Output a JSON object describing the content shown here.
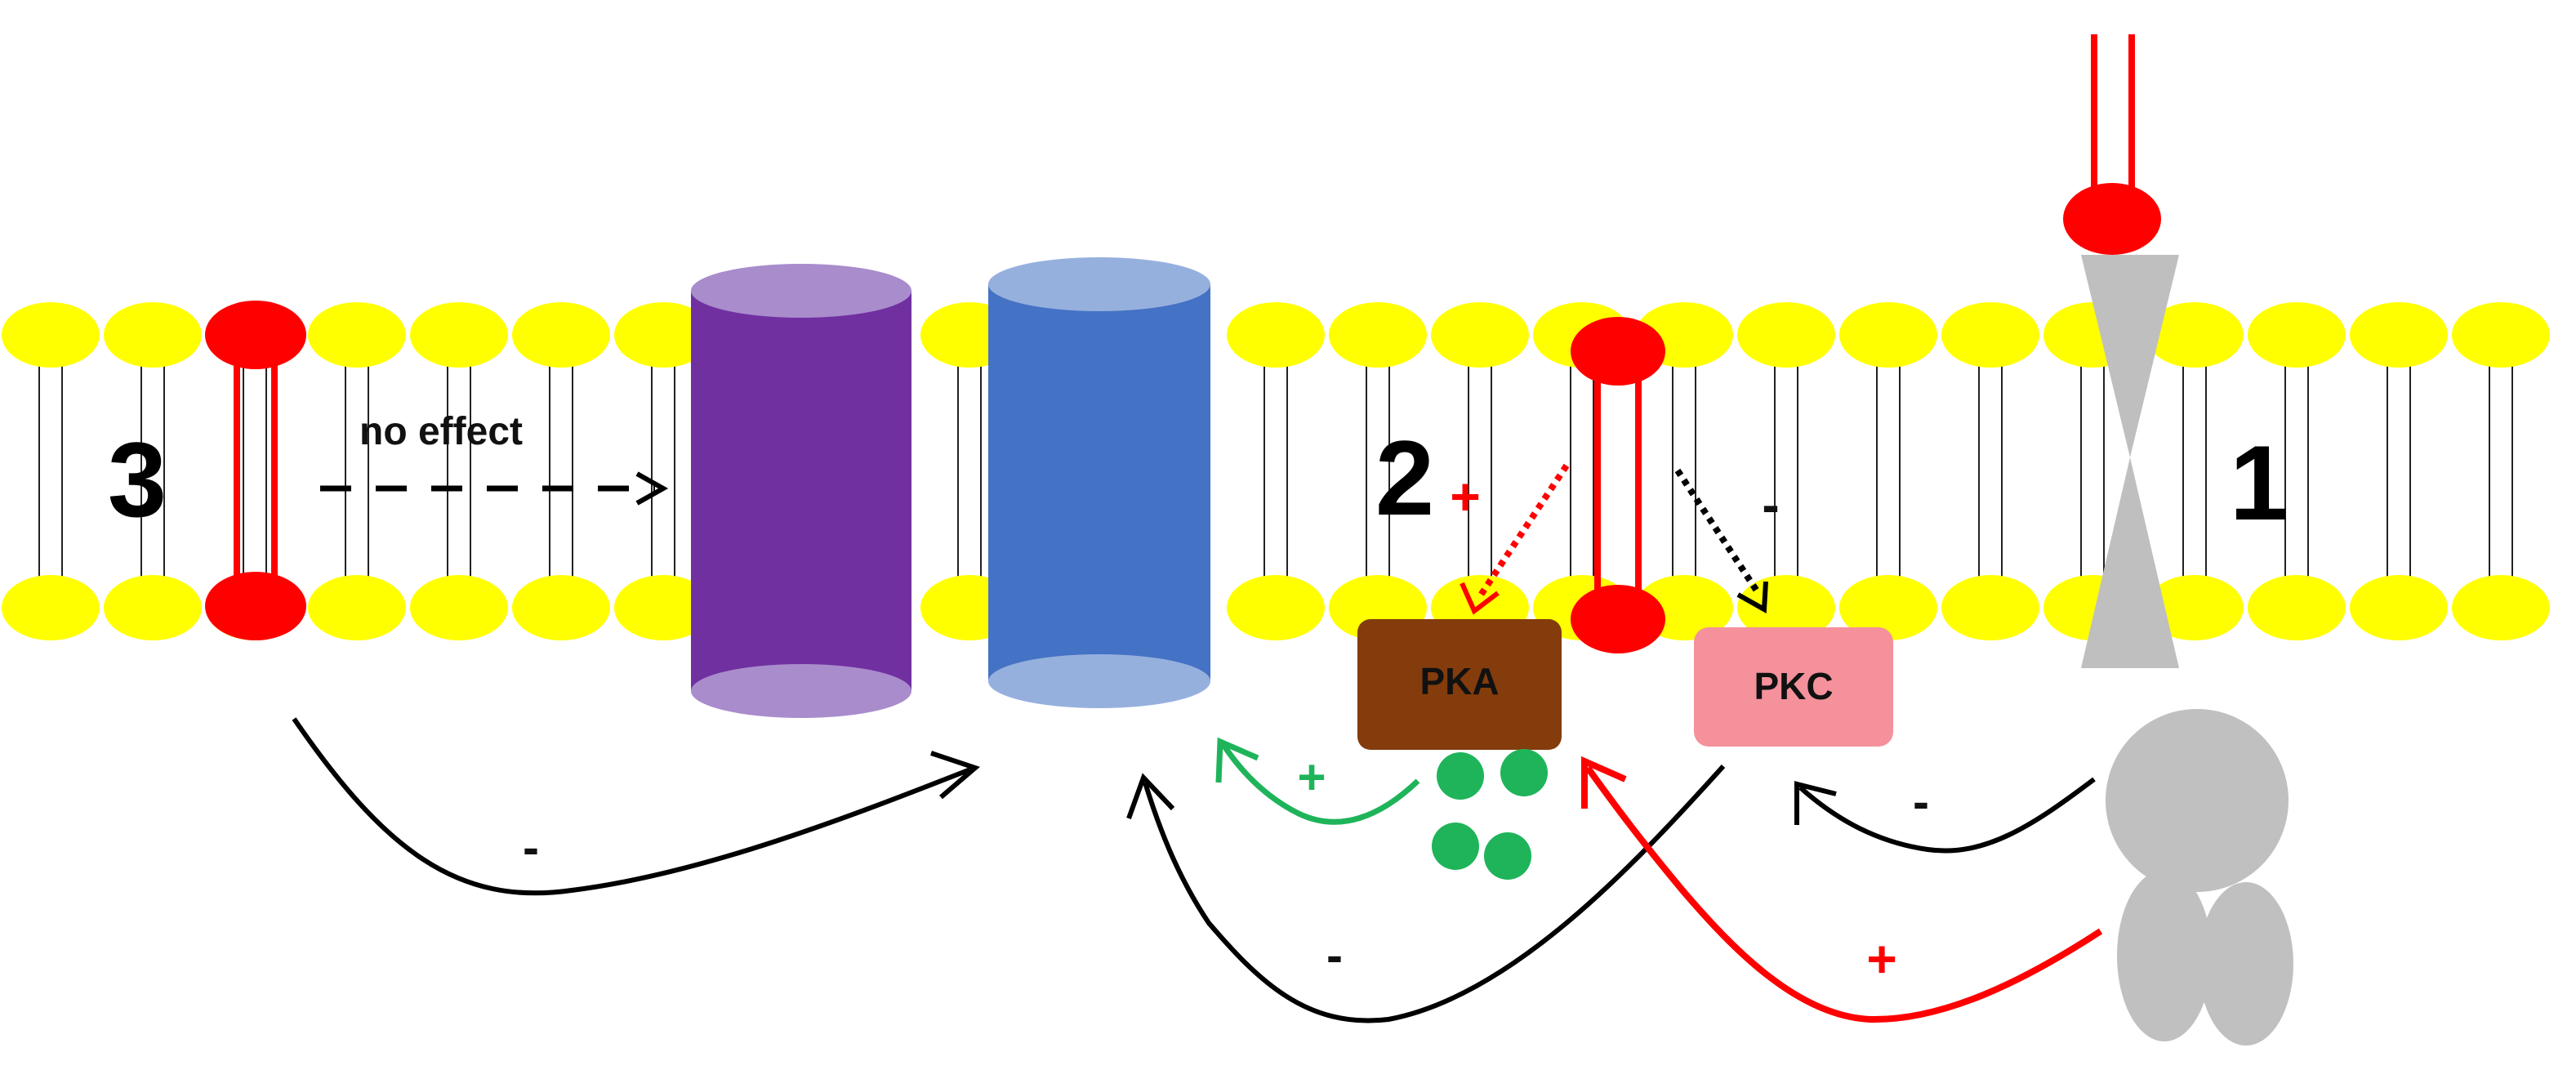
{
  "labels": {
    "num_1": "1",
    "num_2": "2",
    "num_3": "3",
    "no_effect": "no effect",
    "pka": "PKA",
    "pkc": "PKC",
    "plus_pka_dotted": "+",
    "minus_pkc_dotted": "-",
    "minus_r3_arrow": "-",
    "plus_green": "+",
    "minus_pkc_arrow": "-",
    "minus_gprotein_pkc": "-",
    "plus_gprotein_pka": "+"
  },
  "colors": {
    "lipid_head": "#ffff00",
    "receptor_red": "#ff0000",
    "purple_channel": "#7030a0",
    "blue_channel": "#4472c4",
    "pka_box": "#843c0c",
    "pkc_box": "#f4919b",
    "green": "#1fb45a",
    "gray_protein": "#c0c0c0",
    "arrow_black": "#000000"
  },
  "icons": [
    "receptor-3-icon",
    "receptor-2-icon",
    "receptor-1-icon",
    "purple-channel-icon",
    "blue-channel-icon",
    "g-protein-icon",
    "camp-dots-icon"
  ]
}
